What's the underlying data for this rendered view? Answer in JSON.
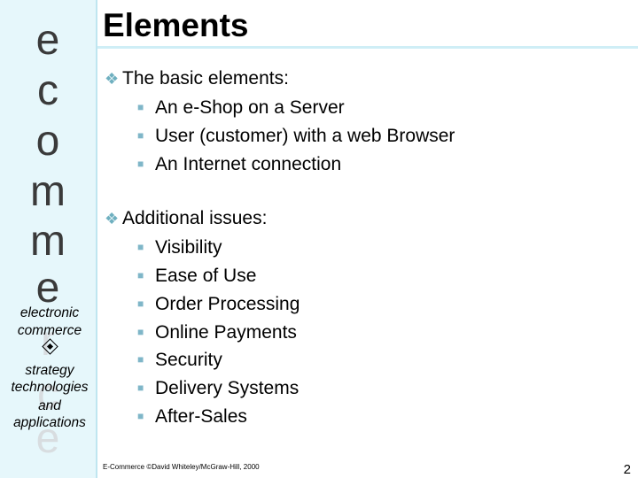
{
  "slide": {
    "title": "Elements",
    "bullets": [
      {
        "text": "The basic elements:",
        "items": [
          "An e-Shop on a Server",
          "User (customer) with a web Browser",
          "An Internet connection"
        ]
      },
      {
        "text": "Additional issues:",
        "items": [
          "Visibility",
          "Ease of Use",
          "Order Processing",
          "Online Payments",
          "Security",
          "Delivery Systems",
          "After-Sales"
        ]
      }
    ],
    "footer": "E-Commerce ©David Whiteley/McGraw-Hill, 2000",
    "page_number": "2"
  },
  "sidebar": {
    "letters": [
      "e",
      "c",
      "o",
      "m",
      "m",
      "e",
      "r",
      "c",
      "e"
    ],
    "caption": [
      "electronic",
      "commerce",
      "strategy",
      "technologies",
      "and",
      "applications"
    ]
  },
  "colors": {
    "sidebar_bg": "#e6f7fb",
    "bullet_accent": "#6fb0c0",
    "title_rule": "#cfeef6"
  },
  "icons": {
    "bullet": "diamond-cluster-icon",
    "sub_bullet": "square-icon",
    "sidebar_symbol": "diamond-icon"
  }
}
